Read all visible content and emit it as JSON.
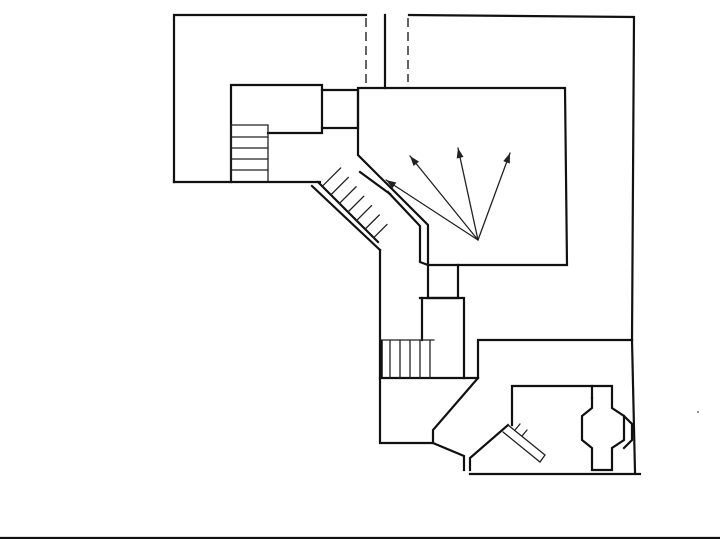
{
  "diagram": {
    "type": "floor-plan",
    "labels": [],
    "colors": {
      "line": "#111111",
      "background": "#ffffff"
    },
    "view_arrow_count": 4,
    "stair_flights": [
      {
        "location": "upper-left",
        "steps": 4
      },
      {
        "location": "diagonal",
        "steps": 7
      },
      {
        "location": "middle",
        "steps": 5
      }
    ]
  }
}
